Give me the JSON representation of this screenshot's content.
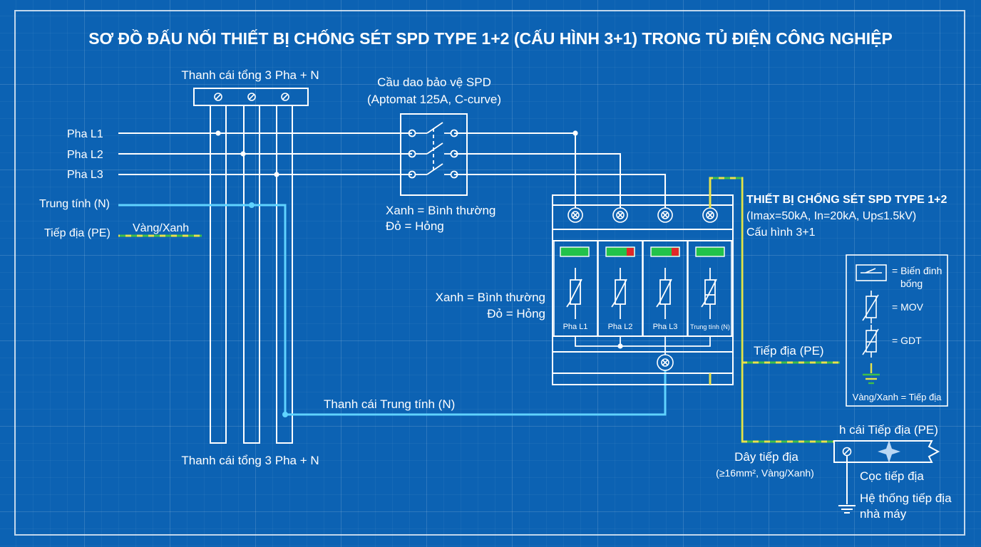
{
  "title": "SƠ ĐỒ ĐẤU NỐI THIẾT BỊ CHỐNG SÉT SPD TYPE 1+2 (CẤU HÌNH 3+1) TRONG TỦ ĐIỆN CÔNG NGHIỆP",
  "busbar": {
    "top_label": "Thanh cái tổng 3 Pha + N",
    "bottom_label": "Thanh cái tổng 3 Pha + N"
  },
  "inputs": {
    "l1": "Pha L1",
    "l2": "Pha L2",
    "l3": "Pha L3",
    "n": "Trung tính (N)",
    "pe": "Tiếp địa (PE)",
    "pe_wire": "Vàng/Xanh"
  },
  "breaker": {
    "line1": "Cầu dao bảo vệ SPD",
    "line2": "(Aptomat 125A, C-curve)"
  },
  "status_top": {
    "green": "Xanh = Bình thường",
    "red": "Đỏ = Hỏng"
  },
  "status_left": {
    "green": "Xanh = Bình thường",
    "red": "Đỏ = Hỏng"
  },
  "spd": {
    "title": "THIẾT BỊ CHỐNG SÉT SPD TYPE 1+2",
    "spec": "(Imax=50kA, In=20kA, Up≤1.5kV)",
    "config": "Cấu hình 3+1",
    "modules": [
      "Pha L1",
      "Pha L2",
      "Pha L3",
      "Trung tính (N)"
    ]
  },
  "neutral_bar": "Thanh cái Trung tính (N)",
  "pe_right": "Tiếp địa (PE)",
  "legend": {
    "breaker_label_1": "= Biến đinh",
    "breaker_label_2": "bống",
    "mov_label": "= MOV",
    "gdt_label": "= GDT",
    "footer": "Vàng/Xanh = Tiếp địa"
  },
  "pe_bar": "h cái Tiếp địa (PE)",
  "ground_wire": {
    "line1": "Dây tiếp địa",
    "line2": "(≥16mm², Vàng/Xanh)"
  },
  "ground_rod": "Cọc tiếp địa",
  "ground_system": {
    "line1": "Hệ thống tiếp địa",
    "line2": "nhà máy"
  },
  "colors": {
    "background": "#0c62b3",
    "line": "#ffffff",
    "neutral": "#5fd3ff",
    "earth_yellow": "#e8e24a",
    "earth_green": "#3fbf4a",
    "status_green": "#22c24a",
    "status_red": "#e02828"
  }
}
